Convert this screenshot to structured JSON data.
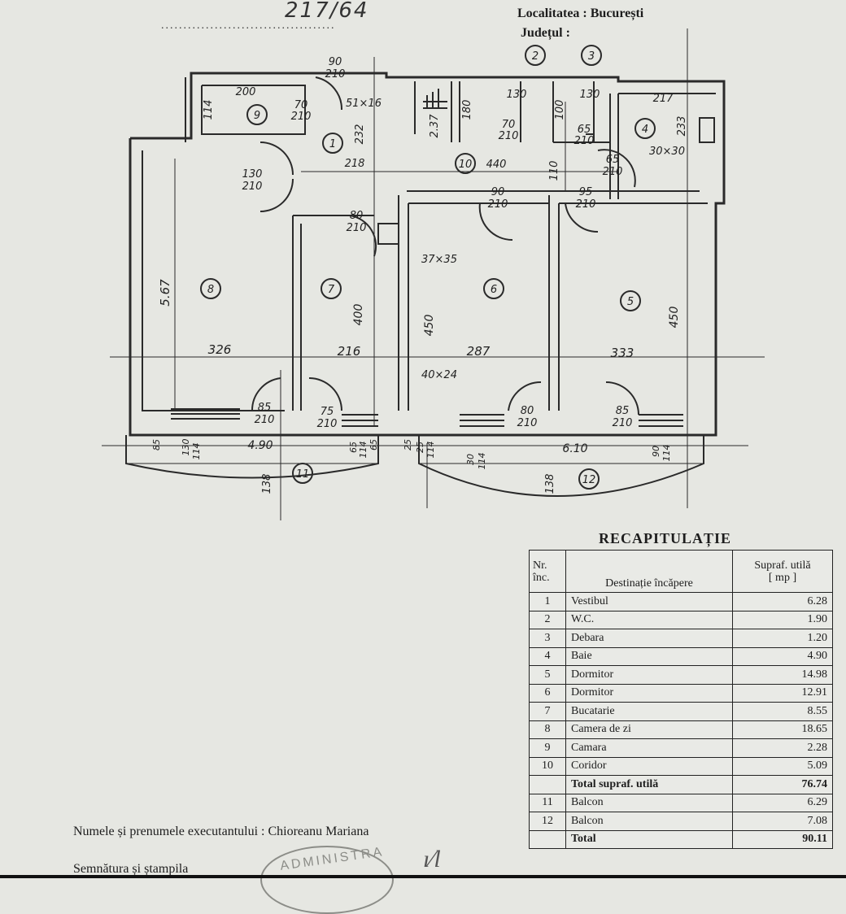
{
  "header": {
    "handwritten_number": "217/64",
    "leader_dots": ".......................................",
    "localitate": "Localitatea : București",
    "judet": "Județul :"
  },
  "plan": {
    "room_numbers": [
      "1",
      "2",
      "3",
      "4",
      "5",
      "6",
      "7",
      "8",
      "9",
      "10",
      "11",
      "12"
    ],
    "dimensions": {
      "d_90_210_top": [
        "90",
        "210"
      ],
      "d_200": "200",
      "d_114_left": "114",
      "d_70_210": [
        "70",
        "210"
      ],
      "d_51x16": "51×16",
      "d_232": "232",
      "d_218": "218",
      "d_130_210": [
        "130",
        "210"
      ],
      "d_80_210_mid": [
        "80",
        "210"
      ],
      "d_90_210_mid": [
        "90",
        "210"
      ],
      "d_95_210": [
        "95",
        "210"
      ],
      "d_37x35": "37×35",
      "d_2_37": "2.37",
      "d_180": "180",
      "d_130_a": "130",
      "d_100": "100",
      "d_130_b": "130",
      "d_70_210_b": [
        "70",
        "210"
      ],
      "d_65_210": [
        "65",
        "210"
      ],
      "d_217": "217",
      "d_233": "233",
      "d_30x30": "30×30",
      "d_65_210_b": [
        "65",
        "210"
      ],
      "d_440": "440",
      "d_110": "110",
      "d_567": "5.67",
      "d_400": "400",
      "d_450_a": "450",
      "d_450_b": "450",
      "d_326": "326",
      "d_216": "216",
      "d_287": "287",
      "d_333": "333",
      "d_40x24": "40×24",
      "d_85_210_a": [
        "85",
        "210"
      ],
      "d_75_210": [
        "75",
        "210"
      ],
      "d_80_210_b": [
        "80",
        "210"
      ],
      "d_85_210_b": [
        "85",
        "210"
      ],
      "d_490": "4.90",
      "d_610": "6.10",
      "d_138_a": "138",
      "d_138_b": "138",
      "d_130_114": [
        "130",
        "114"
      ],
      "d_65_114": [
        "65",
        "114"
      ],
      "d_25_114": [
        "25",
        "114"
      ],
      "d_30_114": [
        "30",
        "114"
      ],
      "d_90_114": [
        "90",
        "114"
      ],
      "d_65": "65",
      "d_25": "25",
      "d_85": "85"
    }
  },
  "recap": {
    "title": "RECAPITULAȚIE",
    "headers": {
      "nr": [
        "Nr.",
        "înc."
      ],
      "destinatie": "Destinație încăpere",
      "supraf": [
        "Supraf. utilă",
        "[ mp ]"
      ]
    },
    "rows": [
      {
        "nr": "1",
        "name": "Vestibul",
        "value": "6.28"
      },
      {
        "nr": "2",
        "name": "W.C.",
        "value": "1.90"
      },
      {
        "nr": "3",
        "name": "Debara",
        "value": "1.20"
      },
      {
        "nr": "4",
        "name": "Baie",
        "value": "4.90"
      },
      {
        "nr": "5",
        "name": "Dormitor",
        "value": "14.98"
      },
      {
        "nr": "6",
        "name": "Dormitor",
        "value": "12.91"
      },
      {
        "nr": "7",
        "name": "Bucatarie",
        "value": "8.55"
      },
      {
        "nr": "8",
        "name": "Camera de zi",
        "value": "18.65"
      },
      {
        "nr": "9",
        "name": "Camara",
        "value": "2.28"
      },
      {
        "nr": "10",
        "name": "Coridor",
        "value": "5.09"
      },
      {
        "nr": "",
        "name": "Total supraf. utilă",
        "value": "76.74"
      },
      {
        "nr": "11",
        "name": "Balcon",
        "value": "6.29"
      },
      {
        "nr": "12",
        "name": "Balcon",
        "value": "7.08"
      },
      {
        "nr": "",
        "name": "Total",
        "value": "90.11"
      }
    ]
  },
  "footer": {
    "executant_label": "Numele și prenumele executantului : Chioreanu Mariana",
    "signature_label": "Semnătura și ștampila",
    "stamp_text": "ADMINISTRA"
  }
}
